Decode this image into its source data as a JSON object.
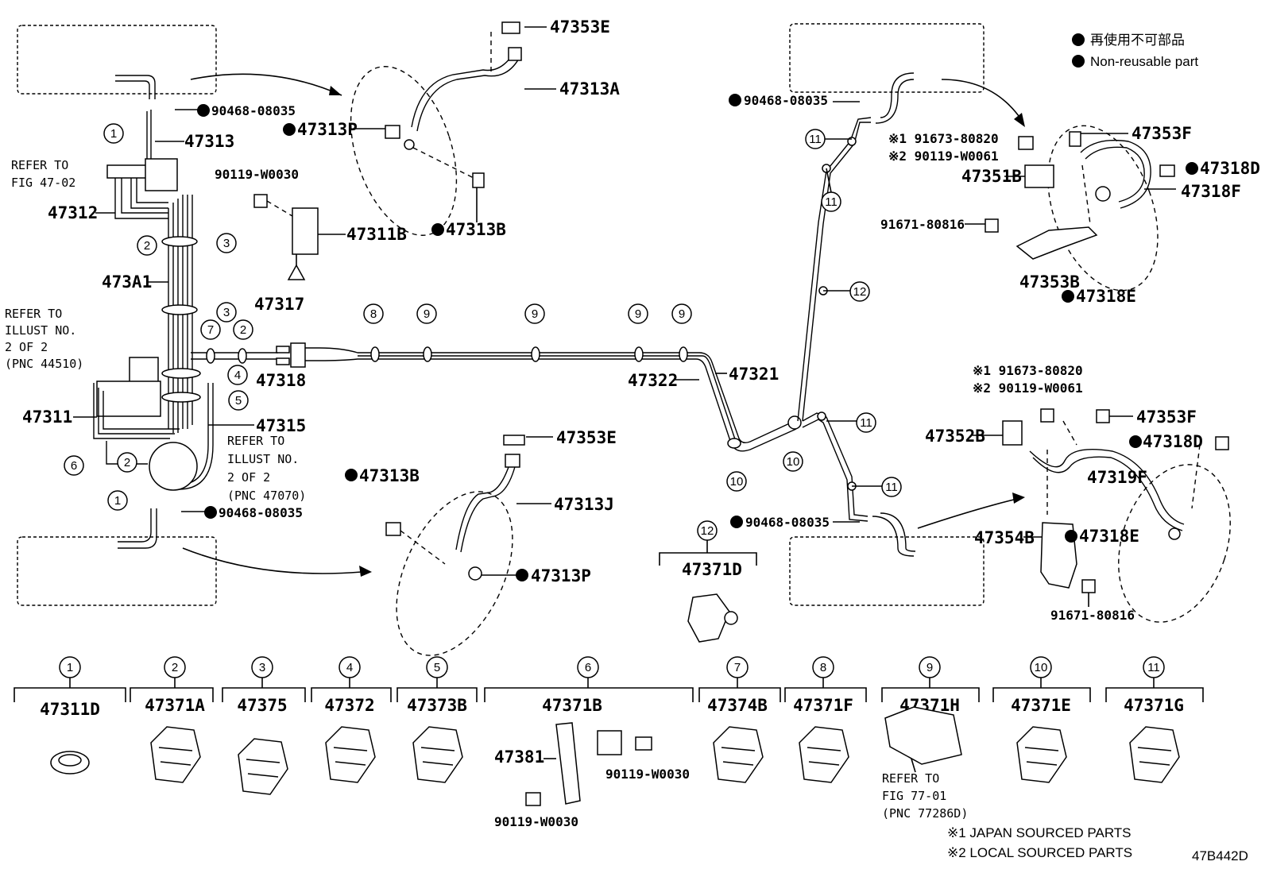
{
  "legend": {
    "ja_label": "再使用不可部品",
    "en_label": "Non-reusable part",
    "note1": "※1 JAPAN SOURCED PARTS",
    "note2": "※2 LOCAL SOURCED PARTS",
    "code": "47B442D"
  },
  "refs": {
    "fig4702_a": "REFER TO",
    "fig4702_b": "FIG 47-02",
    "p44510_a": "REFER TO",
    "p44510_b": "ILLUST NO.",
    "p44510_c": "2 OF 2",
    "p44510_d": "(PNC 44510)",
    "p47070_a": "REFER TO",
    "p47070_b": "ILLUST NO.",
    "p47070_c": "2 OF 2",
    "p47070_d": "(PNC 47070)",
    "fig7701_a": "REFER TO",
    "fig7701_b": "FIG 77-01",
    "fig7701_c": "(PNC 77286D)"
  },
  "labels": {
    "p47353E_top": "47353E",
    "p47313A": "47313A",
    "p47313P_top": "47313P",
    "p47313B_top": "47313B",
    "p90468_a": "90468-08035",
    "p47313": "47313",
    "p47312": "47312",
    "p473A1": "473A1",
    "p90119_a": "90119-W0030",
    "p47311B": "47311B",
    "p47317": "47317",
    "p47318": "47318",
    "p47311": "47311",
    "p47315": "47315",
    "p90468_b": "90468-08035",
    "p47353E_bot": "47353E",
    "p47313B_bot": "47313B",
    "p47313J": "47313J",
    "p47313P_bot": "47313P",
    "p47322": "47322",
    "p47321": "47321",
    "p47371D": "47371D",
    "p90468_c": "90468-08035",
    "p90468_d": "90468-08035",
    "p91673_a": "※1 91673-80820",
    "p90119_w61_a": "※2 90119-W0061",
    "p47351B": "47351B",
    "p47353F_top": "47353F",
    "p47318D_top": "47318D",
    "p47318F": "47318F",
    "p91671_a": "91671-80816",
    "p47353B": "47353B",
    "p47318E_top": "47318E",
    "p91673_b": "※1 91673-80820",
    "p90119_w61_b": "※2 90119-W0061",
    "p47352B": "47352B",
    "p47353F_bot": "47353F",
    "p47318D_bot": "47318D",
    "p47319F": "47319F",
    "p47354B": "47354B",
    "p47318E_bot": "47318E",
    "p91671_b": "91671-80816"
  },
  "callouts": [
    "1",
    "2",
    "3",
    "3",
    "7",
    "2",
    "4",
    "5",
    "6",
    "2",
    "1",
    "8",
    "9",
    "9",
    "9",
    "9",
    "10",
    "10",
    "11",
    "11",
    "12",
    "11",
    "11",
    "12"
  ],
  "parts_row": [
    {
      "num": "1",
      "pn": "47311D"
    },
    {
      "num": "2",
      "pn": "47371A"
    },
    {
      "num": "3",
      "pn": "47375"
    },
    {
      "num": "4",
      "pn": "47372"
    },
    {
      "num": "5",
      "pn": "47373B"
    },
    {
      "num": "6",
      "pn": "47371B"
    },
    {
      "num": "7",
      "pn": "47374B"
    },
    {
      "num": "8",
      "pn": "47371F"
    },
    {
      "num": "9",
      "pn": "47371H"
    },
    {
      "num": "10",
      "pn": "47371E"
    },
    {
      "num": "11",
      "pn": "47371G"
    }
  ],
  "row6": {
    "a": "47381",
    "b": "90119-W0030",
    "c": "90119-W0030"
  }
}
